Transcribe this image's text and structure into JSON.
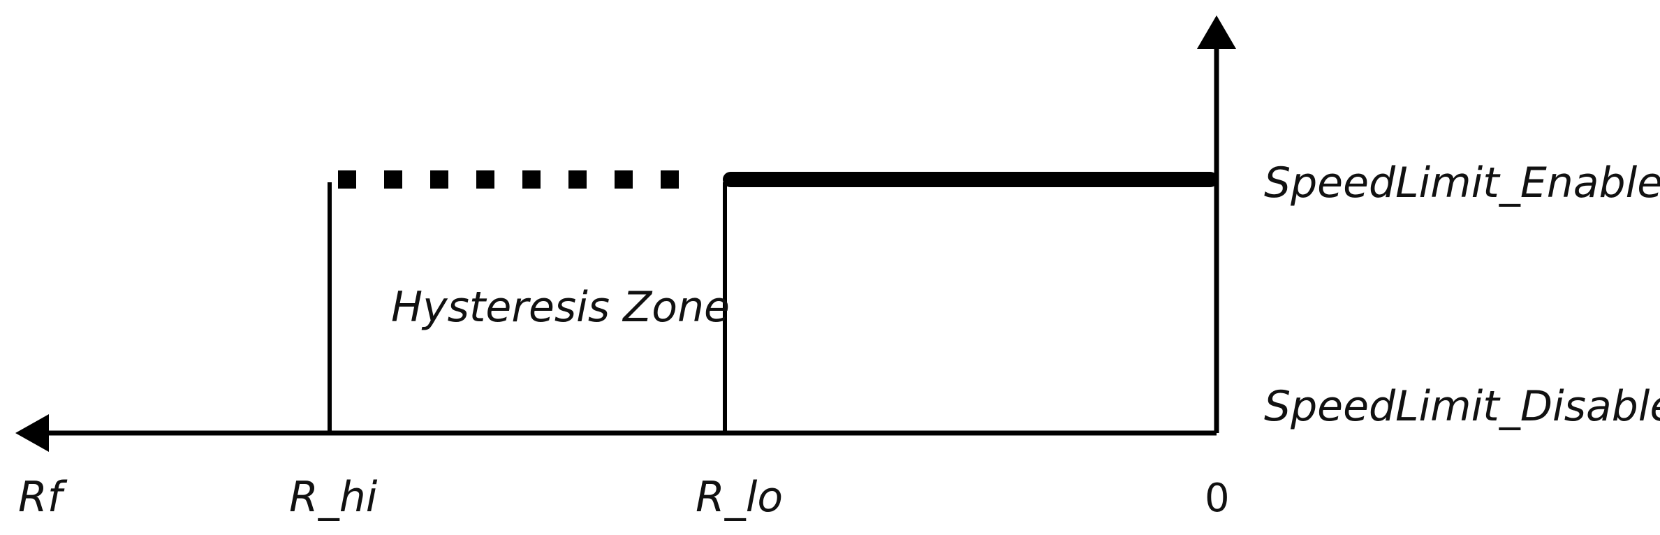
{
  "diagram": {
    "zone_label": "Hysteresis Zone",
    "levels": {
      "enable": "SpeedLimit_Enable",
      "disable": "SpeedLimit_Disable"
    },
    "axis_ticks": {
      "far": "Rf",
      "high": "R_hi",
      "low": "R_lo",
      "origin": "0"
    },
    "stroke_color": "#000000"
  }
}
